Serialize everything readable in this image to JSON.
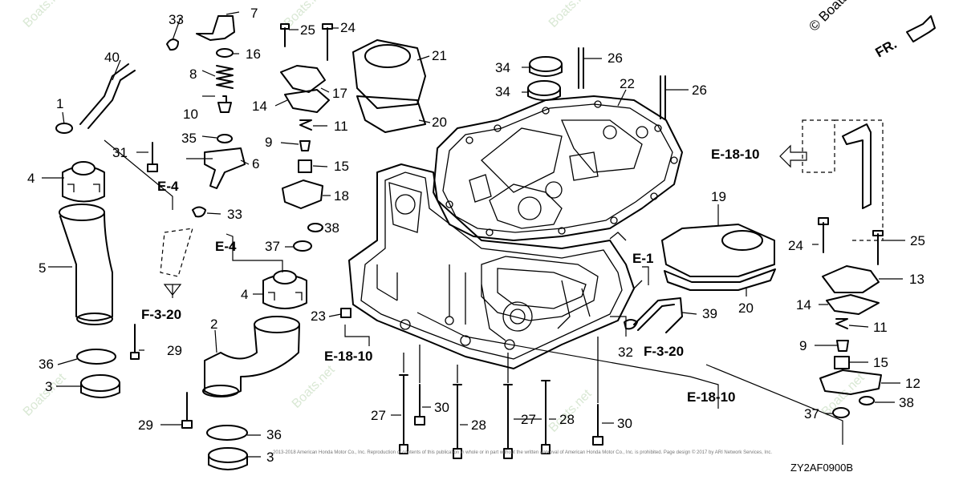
{
  "diagram": {
    "drawing_code": "ZY2AF0900B",
    "front_indicator": "FR.",
    "copyright_mark": "© Boats.net",
    "watermark": "Boats.net",
    "fine_print": "2013-2018 American Honda Motor Co., Inc. Reproduction of contents of this publication in whole or in part without the written approval of American Honda Motor Co., Inc. is prohibited. Page design © 2017 by ARI Network Services, Inc.",
    "callouts": {
      "c1": "1",
      "c2": "2",
      "c3a": "3",
      "c3b": "3",
      "c4a": "4",
      "c4b": "4",
      "c5": "5",
      "c6": "6",
      "c7": "7",
      "c8": "8",
      "c9a": "9",
      "c9b": "9",
      "c10": "10",
      "c11a": "11",
      "c11b": "11",
      "c12": "12",
      "c13": "13",
      "c14a": "14",
      "c14b": "14",
      "c15a": "15",
      "c15b": "15",
      "c16": "16",
      "c17": "17",
      "c18": "18",
      "c19": "19",
      "c20a": "20",
      "c20b": "20",
      "c21": "21",
      "c22": "22",
      "c23": "23",
      "c24a": "24",
      "c24b": "24",
      "c25a": "25",
      "c25b": "25",
      "c26a": "26",
      "c26b": "26",
      "c27a": "27",
      "c27b": "27",
      "c28a": "28",
      "c28b": "28",
      "c29a": "29",
      "c29b": "29",
      "c30a": "30",
      "c30b": "30",
      "c31": "31",
      "c32": "32",
      "c33a": "33",
      "c33b": "33",
      "c34a": "34",
      "c34b": "34",
      "c35": "35",
      "c36a": "36",
      "c36b": "36",
      "c37a": "37",
      "c37b": "37",
      "c38a": "38",
      "c38b": "38",
      "c39": "39",
      "c40": "40"
    },
    "refs": {
      "r_e4a": "E-4",
      "r_e4b": "E-4",
      "r_e1": "E-1",
      "r_e1810a": "E-18-10",
      "r_e1810b": "E-18-10",
      "r_e1810c": "E-18-10",
      "r_f320a": "F-3-20",
      "r_f320b": "F-3-20"
    }
  }
}
